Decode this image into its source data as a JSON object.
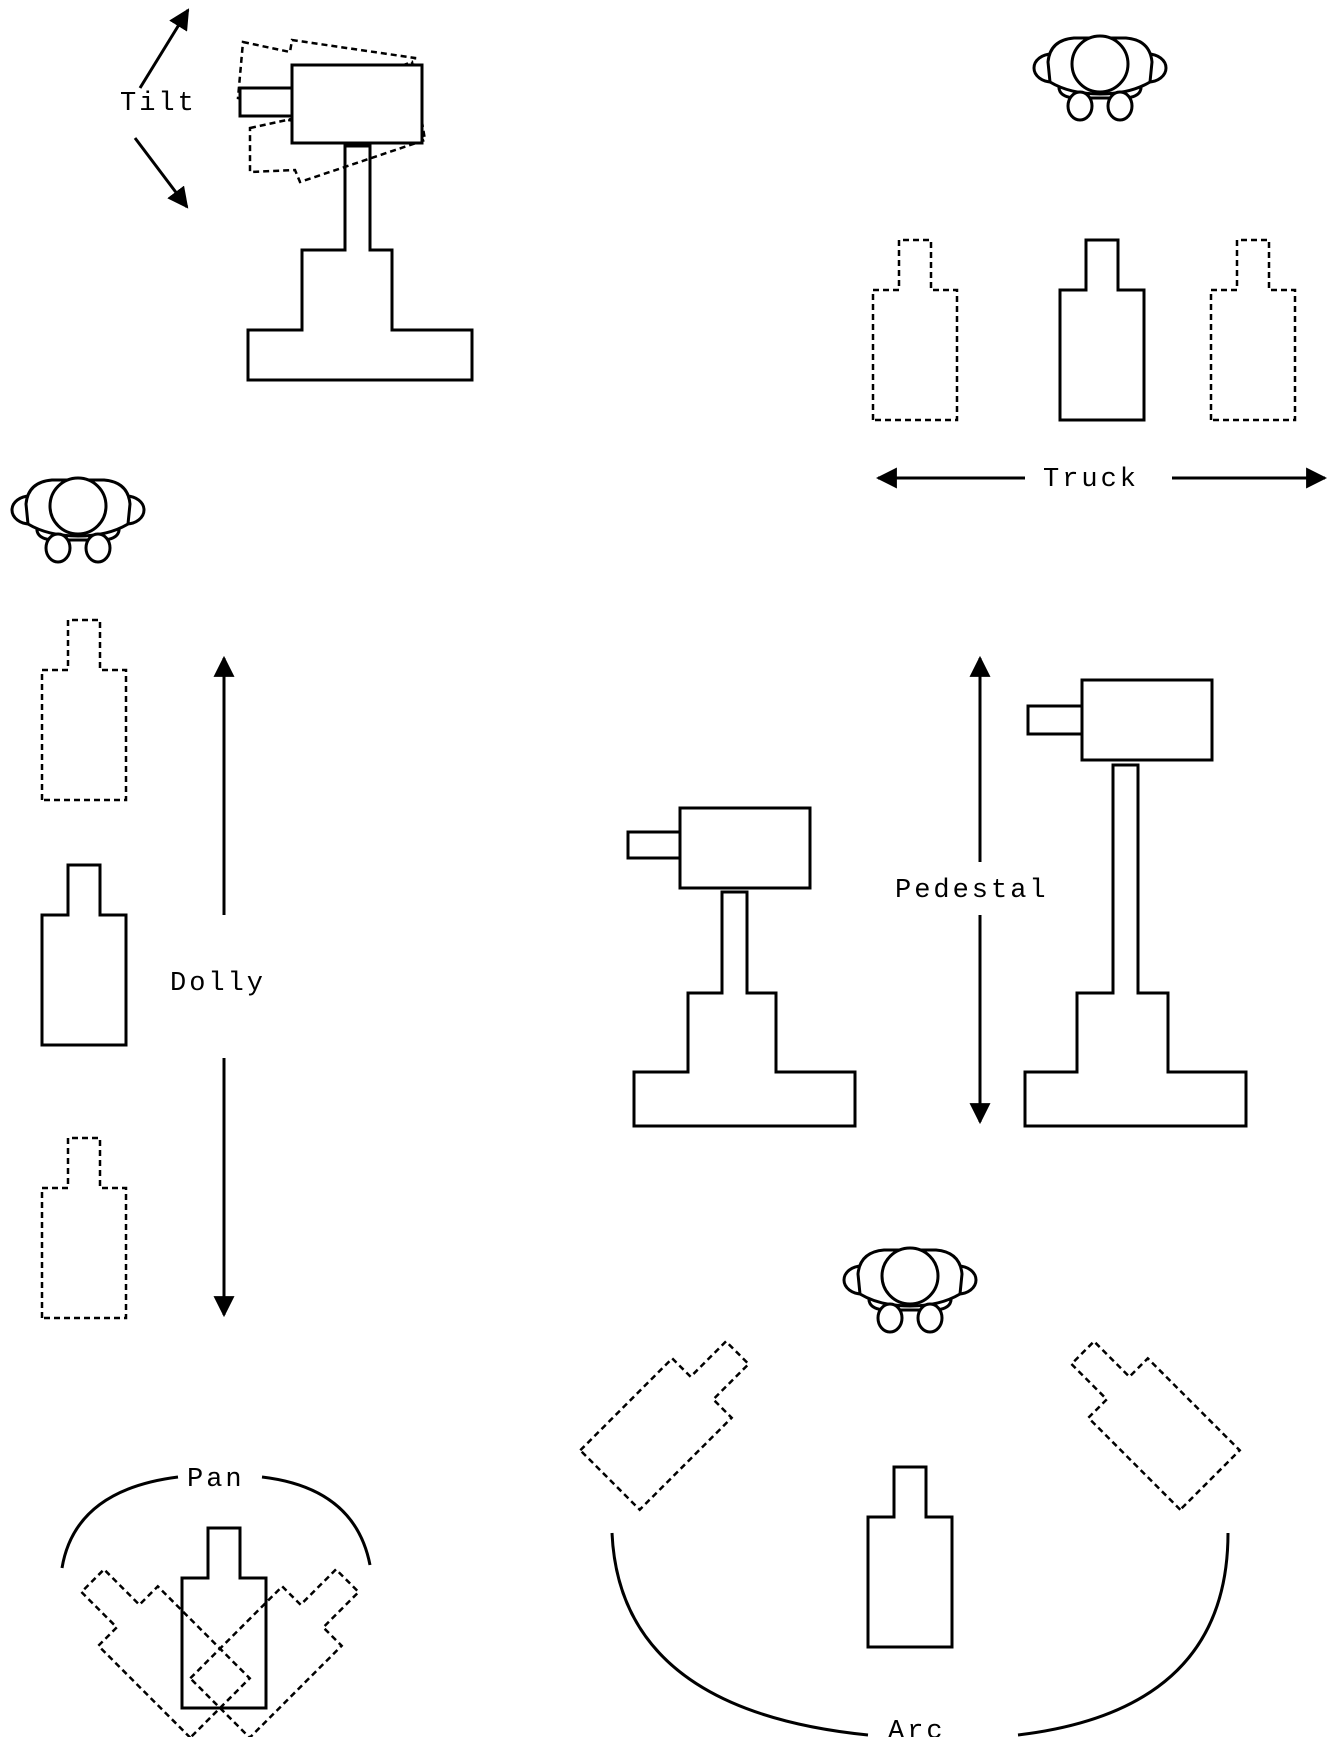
{
  "labels": {
    "tilt": "Tilt",
    "truck": "Truck",
    "dolly": "Dolly",
    "pedestal": "Pedestal",
    "pan": "Pan",
    "arc": "Arc"
  }
}
